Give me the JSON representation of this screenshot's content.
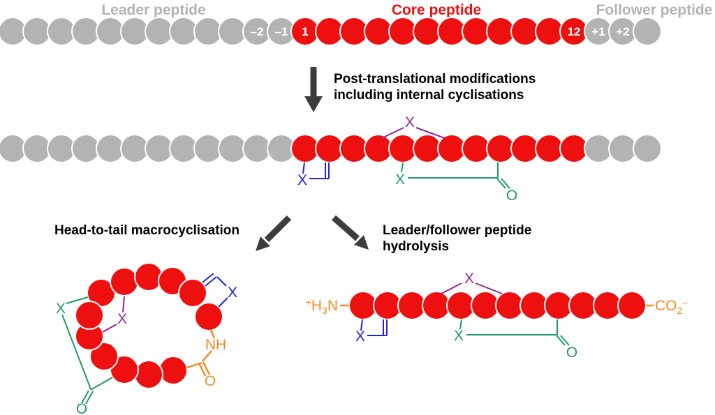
{
  "figure": {
    "leader_label": "Leader peptide",
    "core_label": "Core peptide",
    "follower_label": "Follower peptide",
    "step1_caption_line1": "Post-translational modifications",
    "step1_caption_line2": "including internal cyclisations",
    "branch_left_label": "Head-to-tail macrocyclisation",
    "branch_right_label_line1": "Leader/follower peptide",
    "branch_right_label_line2": "hydrolysis"
  },
  "precursor": {
    "leader_count": 12,
    "core_count": 12,
    "follower_count": 3,
    "position_labels": {
      "minus2": "–2",
      "minus1": "–1",
      "first": "1",
      "last": "12",
      "plus1": "+1",
      "plus2": "+2"
    }
  },
  "chem": {
    "x": "X",
    "o": "O",
    "nh": "NH",
    "n_terminus": {
      "sup": "+",
      "h": "H",
      "sub3": "3",
      "n": "N"
    },
    "c_terminus": {
      "co": "CO",
      "sub2": "2",
      "sup_minus": "–"
    }
  },
  "colors": {
    "core_red": "#ee0f0f",
    "chain_gray": "#b3b3b3",
    "label_gray": "#b3b3b3",
    "arrow_dark": "#3d3d3d",
    "cyclisation_blue": "#2222dd",
    "cyclisation_purple": "#8f2690",
    "cyclisation_green": "#1e9b60",
    "amide_orange": "#f28b23",
    "text_black": "#000000"
  }
}
